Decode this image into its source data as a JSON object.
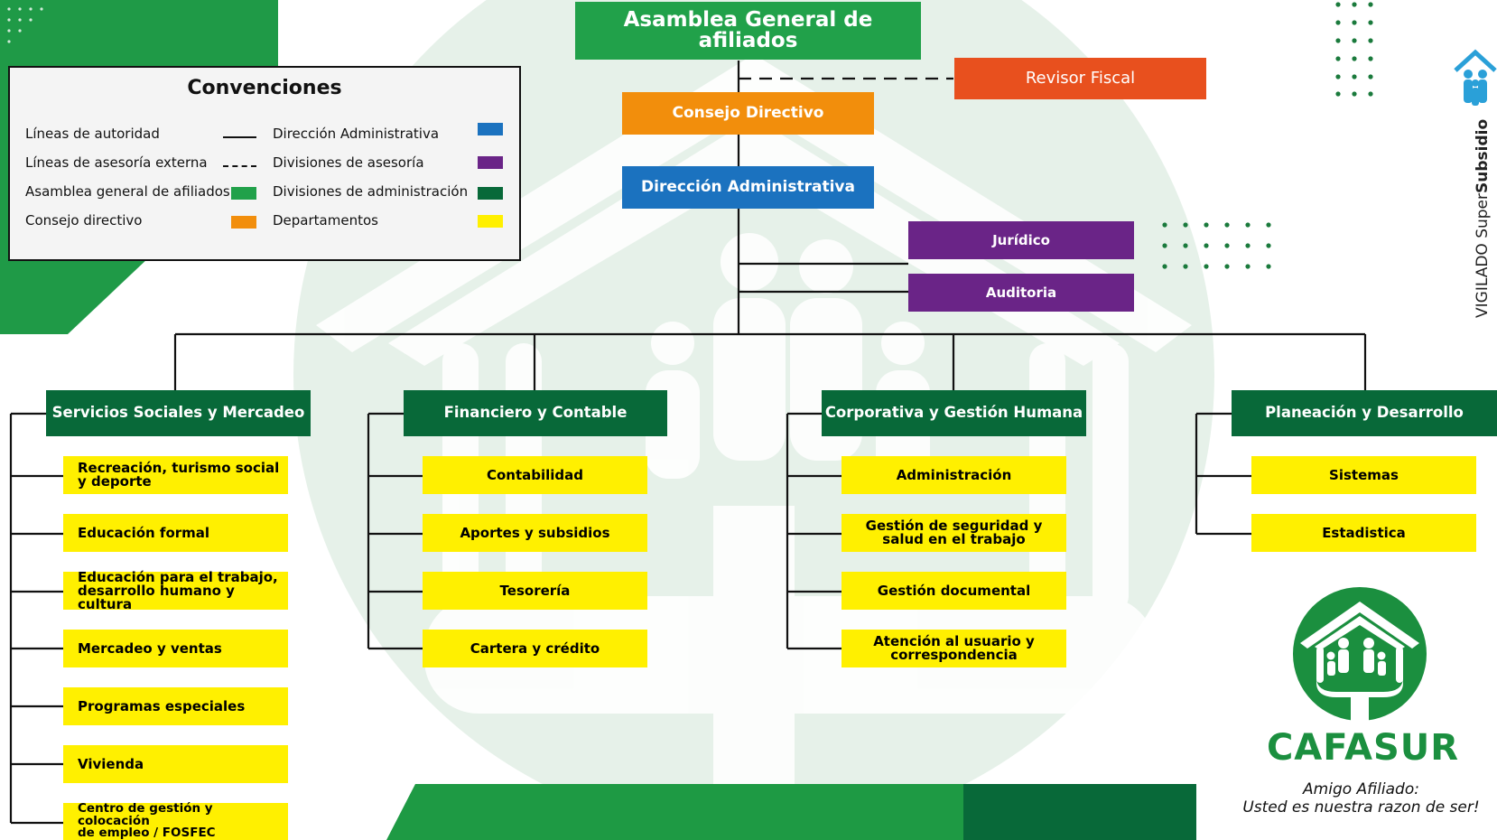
{
  "colors": {
    "green": "#21a14a",
    "orange": "#f28e0c",
    "red": "#e8501e",
    "blue": "#1b72bf",
    "purple": "#6a2487",
    "dark_green": "#086939",
    "yellow": "#fff000",
    "brand_green": "#1b8f3f"
  },
  "legend": {
    "title": "Convenciones",
    "items": [
      {
        "label": "Líneas de autoridad",
        "swatch": "solid-line"
      },
      {
        "label": "Líneas de asesoría externa",
        "swatch": "dashed-line"
      },
      {
        "label": "Asamblea general de afiliados",
        "swatch": "#21a14a"
      },
      {
        "label": "Consejo directivo",
        "swatch": "#f28e0c"
      },
      {
        "label": "Dirección Administrativa",
        "swatch": "#1b72bf"
      },
      {
        "label": "Divisiones de asesoría",
        "swatch": "#6a2487"
      },
      {
        "label": "Divisiones de administración",
        "swatch": "#086939"
      },
      {
        "label": "Departamentos",
        "swatch": "#fff000"
      }
    ]
  },
  "org": {
    "assembly": "Asamblea General de afiliados",
    "fiscal": "Revisor Fiscal",
    "board": "Consejo Directivo",
    "direction": "Dirección Administrativa",
    "advisory": [
      "Jurídico",
      "Auditoria"
    ],
    "divisions": [
      {
        "name": "Servicios Sociales y Mercadeo",
        "departments": [
          [
            "Recreación, turismo social",
            "y deporte"
          ],
          [
            "Educación formal"
          ],
          [
            "Educación para el trabajo,",
            "desarrollo humano y cultura"
          ],
          [
            "Mercadeo y ventas"
          ],
          [
            "Programas especiales"
          ],
          [
            "Vivienda"
          ],
          [
            "Centro de gestión y colocación",
            "de empleo / FOSFEC"
          ]
        ]
      },
      {
        "name": "Financiero y Contable",
        "departments": [
          [
            "Contabilidad"
          ],
          [
            "Aportes y subsidios"
          ],
          [
            "Tesorería"
          ],
          [
            "Cartera y crédito"
          ]
        ]
      },
      {
        "name": "Corporativa y Gestión Humana",
        "departments": [
          [
            "Administración"
          ],
          [
            "Gestión de seguridad y",
            "salud en el trabajo"
          ],
          [
            "Gestión documental"
          ],
          [
            "Atención al usuario y",
            "correspondencia"
          ]
        ]
      },
      {
        "name": "Planeación y Desarrollo",
        "departments": [
          [
            "Sistemas"
          ],
          [
            "Estadistica"
          ]
        ]
      }
    ]
  },
  "brand": {
    "name": "CAFASUR",
    "slogan_line1": "Amigo Afiliado:",
    "slogan_line2": "Usted es nuestra razon de ser!",
    "supervisor_prefix": "VIGILADO ",
    "supervisor_name_light": "Super",
    "supervisor_name_bold": "Subsidio",
    "logo_icon": "house-family-hands-icon",
    "supervisor_icon": "people-roof-icon"
  }
}
